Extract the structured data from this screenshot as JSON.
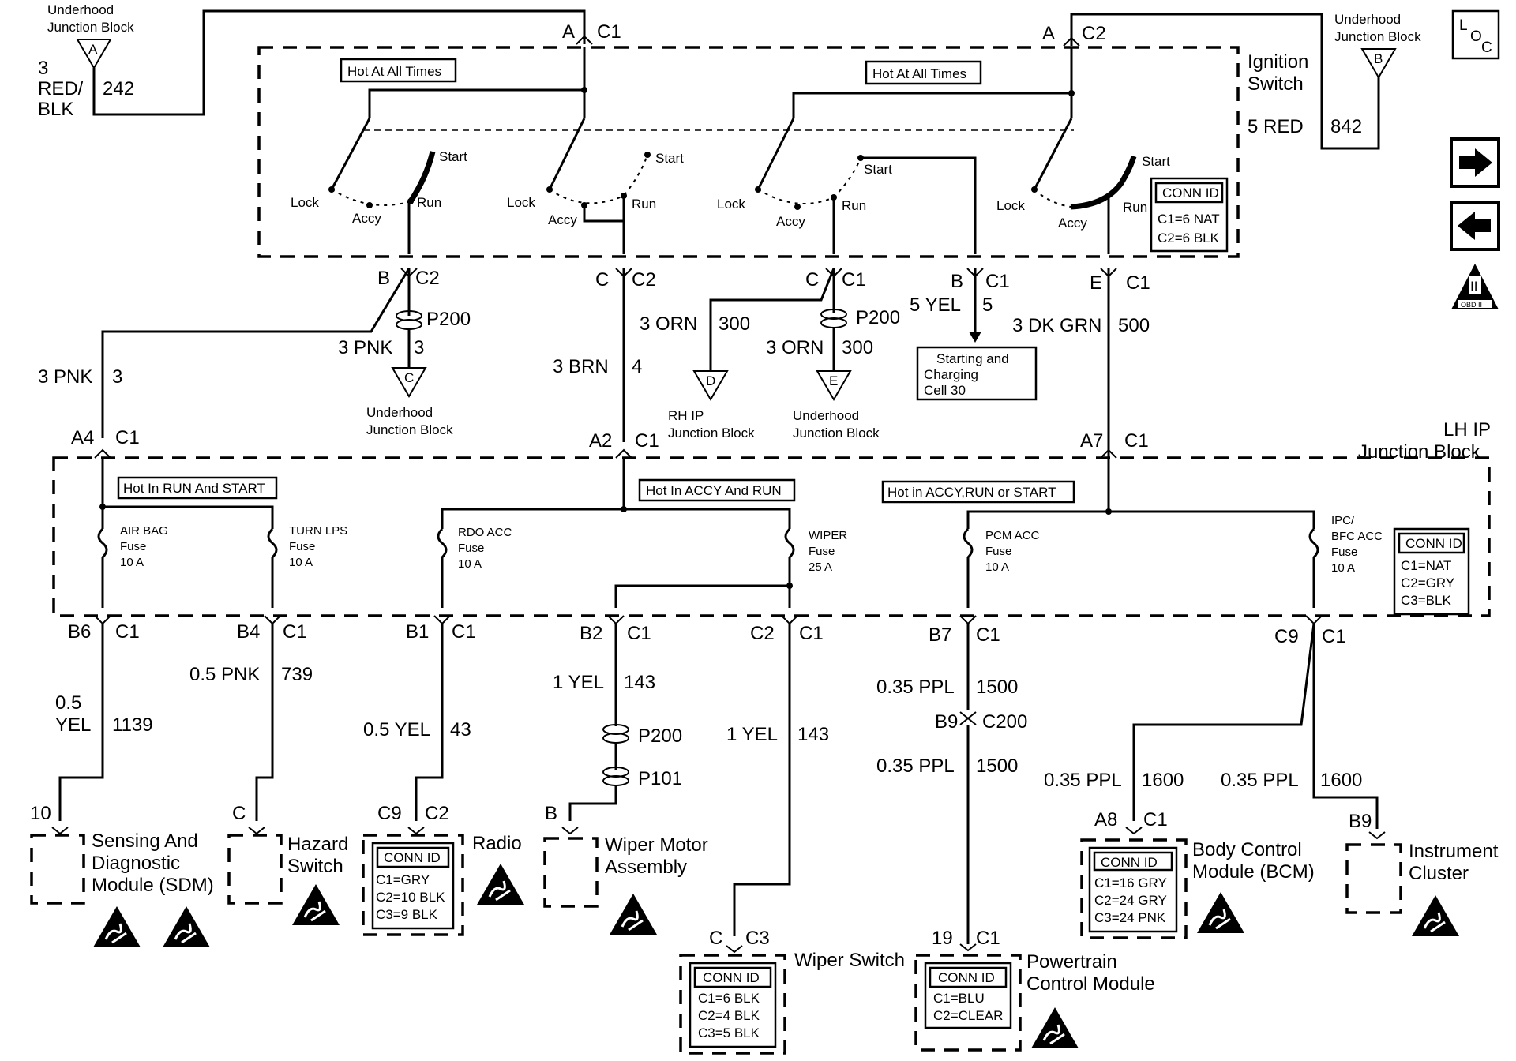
{
  "ignition_switch": {
    "title_line1": "Ignition",
    "title_line2": "Switch",
    "hot_label_1": "Hot At All Times",
    "hot_label_2": "Hot At All Times",
    "positions": {
      "lock": "Lock",
      "accy": "Accy",
      "run": "Run",
      "start": "Start"
    },
    "conn_id": {
      "title": "CONN ID",
      "c1": "C1=6 NAT",
      "c2": "C2=6 BLK"
    }
  },
  "lh_ip": {
    "title_line1": "LH IP",
    "title_line2": "Junction Block",
    "hot_run_start": "Hot In RUN And START",
    "hot_accy_run": "Hot In ACCY And RUN",
    "hot_accy_run_start": "Hot in ACCY,RUN or START",
    "conn_id": {
      "title": "CONN ID",
      "c1": "C1=NAT",
      "c2": "C2=GRY",
      "c3": "C3=BLK"
    },
    "fuses": [
      {
        "name": "AIR BAG",
        "fuse": "Fuse",
        "amps": "10 A"
      },
      {
        "name": "TURN LPS",
        "fuse": "Fuse",
        "amps": "10 A"
      },
      {
        "name": "RDO ACC",
        "fuse": "Fuse",
        "amps": "10 A"
      },
      {
        "name": "WIPER",
        "fuse": "Fuse",
        "amps": "25 A"
      },
      {
        "name": "PCM ACC",
        "fuse": "Fuse",
        "amps": "10 A"
      },
      {
        "name1": "IPC/",
        "name2": "BFC ACC",
        "fuse": "Fuse",
        "amps": "10 A"
      }
    ]
  },
  "underhood": {
    "a": {
      "line1": "Underhood",
      "line2": "Junction Block",
      "letter": "A"
    },
    "b": {
      "line1": "Underhood",
      "line2": "Junction Block",
      "letter": "B"
    },
    "c": {
      "line1": "Underhood",
      "line2": "Junction Block",
      "letter": "C"
    },
    "d": {
      "line1": "RH IP",
      "line2": "Junction Block",
      "letter": "D"
    },
    "e": {
      "line1": "Underhood",
      "line2": "Junction Block",
      "letter": "E"
    }
  },
  "wires": {
    "w242": {
      "gauge": "3",
      "color1": "RED/",
      "color2": "BLK",
      "circuit": "242"
    },
    "w842": {
      "label": "5 RED",
      "circuit": "842"
    },
    "w3a": {
      "label": "3 PNK",
      "circuit": "3"
    },
    "w3b": {
      "label": "3 PNK",
      "circuit": "3"
    },
    "w4": {
      "label": "3 BRN",
      "circuit": "4"
    },
    "w300a": {
      "label": "3 ORN",
      "circuit": "300"
    },
    "w300b": {
      "label": "3 ORN",
      "circuit": "300"
    },
    "w5": {
      "label": "5 YEL",
      "circuit": "5"
    },
    "w500": {
      "label": "3 DK GRN",
      "circuit": "500"
    },
    "w1139": {
      "gauge": "0.5",
      "color": "YEL",
      "circuit": "1139"
    },
    "w739": {
      "label": "0.5 PNK",
      "circuit": "739"
    },
    "w43": {
      "label": "0.5 YEL",
      "circuit": "43"
    },
    "w143a": {
      "label": "1 YEL",
      "circuit": "143"
    },
    "w143b": {
      "label": "1 YEL",
      "circuit": "143"
    },
    "w1500a": {
      "label": "0.35 PPL",
      "circuit": "1500"
    },
    "w1500b": {
      "label": "0.35 PPL",
      "circuit": "1500"
    },
    "w1600a": {
      "label": "0.35 PPL",
      "circuit": "1600"
    },
    "w1600b": {
      "label": "0.35 PPL",
      "circuit": "1600"
    }
  },
  "connectors": {
    "a_c1": {
      "pin": "A",
      "conn": "C1"
    },
    "a_c2": {
      "pin": "A",
      "conn": "C2"
    },
    "b_c2": {
      "pin": "B",
      "conn": "C2"
    },
    "c_c2": {
      "pin": "C",
      "conn": "C2"
    },
    "c_c1": {
      "pin": "C",
      "conn": "C1"
    },
    "b_c1": {
      "pin": "B",
      "conn": "C1"
    },
    "e_c1": {
      "pin": "E",
      "conn": "C1"
    },
    "a4_c1": {
      "pin": "A4",
      "conn": "C1"
    },
    "a2_c1": {
      "pin": "A2",
      "conn": "C1"
    },
    "a7_c1": {
      "pin": "A7",
      "conn": "C1"
    },
    "b6_c1": {
      "pin": "B6",
      "conn": "C1"
    },
    "b4_c1": {
      "pin": "B4",
      "conn": "C1"
    },
    "b1_c1": {
      "pin": "B1",
      "conn": "C1"
    },
    "b2_c1": {
      "pin": "B2",
      "conn": "C1"
    },
    "c2_c1": {
      "pin": "C2",
      "conn": "C1"
    },
    "b7_c1": {
      "pin": "B7",
      "conn": "C1"
    },
    "c9_c1": {
      "pin": "C9",
      "conn": "C1"
    },
    "b9_c200": {
      "pin": "B9",
      "conn": "C200"
    },
    "p200_a": "P200",
    "p200_b": "P200",
    "p200_c": "P200",
    "p101": "P101"
  },
  "starting_cell": {
    "line1": "Starting and",
    "line2": "Charging",
    "line3": "Cell 30"
  },
  "components": {
    "sdm": {
      "pin": "10",
      "line1": "Sensing And",
      "line2": "Diagnostic",
      "line3": "Module (SDM)"
    },
    "hazard": {
      "pin": "C",
      "line1": "Hazard",
      "line2": "Switch"
    },
    "radio": {
      "pin": "C9",
      "conn": "C2",
      "name": "Radio",
      "conn_id": {
        "title": "CONN ID",
        "c1": "C1=GRY",
        "c2": "C2=10 BLK",
        "c3": "C3=9 BLK"
      }
    },
    "wiper_motor": {
      "pin": "B",
      "line1": "Wiper Motor",
      "line2": "Assembly"
    },
    "wiper_switch": {
      "pin": "C",
      "conn": "C3",
      "name": "Wiper Switch",
      "conn_id": {
        "title": "CONN ID",
        "c1": "C1=6 BLK",
        "c2": "C2=4 BLK",
        "c3": "C3=5 BLK"
      }
    },
    "pcm": {
      "pin": "19",
      "conn": "C1",
      "line1": "Powertrain",
      "line2": "Control Module",
      "conn_id": {
        "title": "CONN ID",
        "c1": "C1=BLU",
        "c2": "C2=CLEAR"
      }
    },
    "bcm": {
      "pin": "A8",
      "conn": "C1",
      "line1": "Body Control",
      "line2": "Module (BCM)",
      "conn_id": {
        "title": "CONN ID",
        "c1": "C1=16 GRY",
        "c2": "C2=24 GRY",
        "c3": "C3=24 PNK"
      }
    },
    "ipc": {
      "pin": "B9",
      "line1": "Instrument",
      "line2": "Cluster"
    }
  },
  "side_nav": {
    "loc_l": "L",
    "loc_o": "O",
    "loc_c": "C",
    "obd_roman": "II",
    "obd_text": "OBD II",
    "next_icon": "arrow-right-icon",
    "prev_icon": "arrow-left-icon"
  }
}
